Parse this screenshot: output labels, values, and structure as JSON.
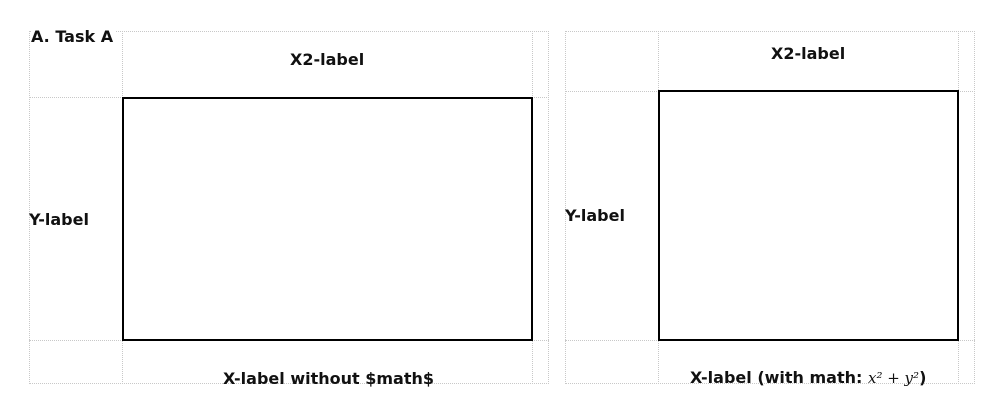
{
  "panels": [
    {
      "title": "A. Task A",
      "x2_label": "X2-label",
      "y_label": "Y-label",
      "x_label": "X-label without $math$"
    },
    {
      "title": "",
      "x2_label": "X2-label",
      "y_label": "Y-label",
      "x_label_prefix": "X-label (with math: ",
      "x_label_math": "x² + y²",
      "x_label_suffix": ")"
    }
  ],
  "colors": {
    "guide": "#c8c8c8",
    "axes": "#000000"
  }
}
